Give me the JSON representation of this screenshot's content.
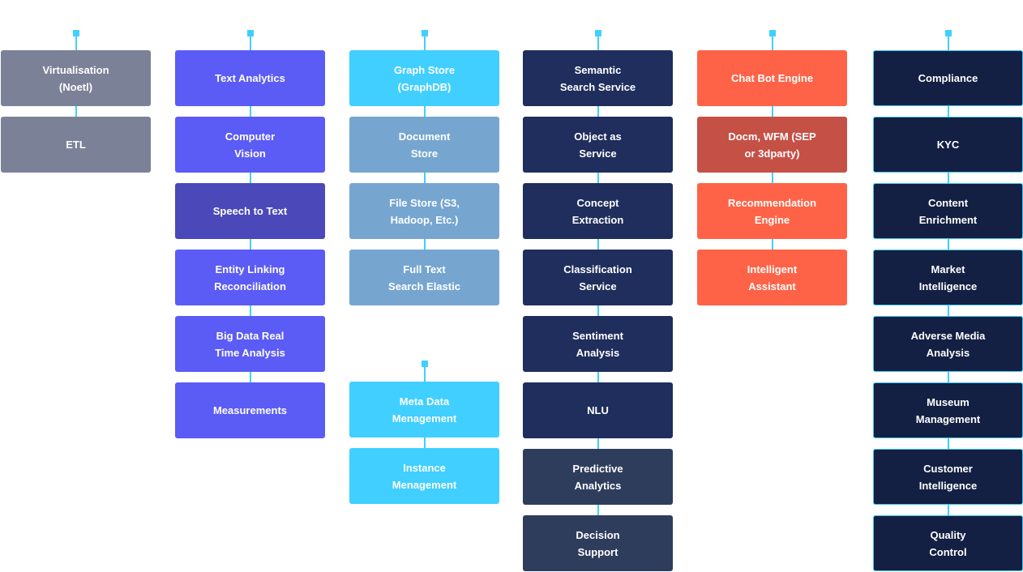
{
  "columns": [
    {
      "id": "col-1",
      "groups": [
        {
          "boxes": [
            {
              "label": "Virtualisation\n(Noetl)",
              "color": "#7b8197"
            },
            {
              "label": "ETL",
              "color": "#7b8197"
            }
          ]
        }
      ]
    },
    {
      "id": "col-2",
      "groups": [
        {
          "boxes": [
            {
              "label": "Text Analytics",
              "color": "#5b5bf5"
            },
            {
              "label": "Computer\nVision",
              "color": "#5b5bf5"
            },
            {
              "label": "Speech to Text",
              "color": "#4b48b9"
            },
            {
              "label": "Entity Linking\nReconciliation",
              "color": "#5b5bf5"
            },
            {
              "label": "Big Data Real\nTime Analysis",
              "color": "#5b5bf5"
            },
            {
              "label": "Measurements",
              "color": "#5b5bf5"
            }
          ]
        }
      ]
    },
    {
      "id": "col-3",
      "groups": [
        {
          "boxes": [
            {
              "label": "Graph Store\n(GraphDB)",
              "color": "#40cfff"
            },
            {
              "label": "Document\nStore",
              "color": "#76a6d0"
            },
            {
              "label": "File Store (S3,\nHadoop, Etc.)",
              "color": "#76a6d0"
            },
            {
              "label": "Full Text\nSearch Elastic",
              "color": "#76a6d0"
            }
          ]
        },
        {
          "boxes": [
            {
              "label": "Meta Data\nMenagement",
              "color": "#40cfff"
            },
            {
              "label": "Instance\nMenagement",
              "color": "#40cfff"
            }
          ]
        }
      ]
    },
    {
      "id": "col-4",
      "groups": [
        {
          "boxes": [
            {
              "label": "Semantic\nSearch Service",
              "color": "#1f2e5c"
            },
            {
              "label": "Object as\nService",
              "color": "#1f2e5c"
            },
            {
              "label": "Concept\nExtraction",
              "color": "#1f2e5c"
            },
            {
              "label": "Classification\nService",
              "color": "#1f2e5c"
            },
            {
              "label": "Sentiment\nAnalysis",
              "color": "#1f2e5c"
            },
            {
              "label": "NLU",
              "color": "#1f2e5c"
            },
            {
              "label": "Predictive\nAnalytics",
              "color": "#2f3d5d"
            },
            {
              "label": "Decision\nSupport",
              "color": "#2f3d5d"
            }
          ]
        }
      ]
    },
    {
      "id": "col-5",
      "groups": [
        {
          "boxes": [
            {
              "label": "Chat Bot Engine",
              "color": "#ff6347"
            },
            {
              "label": "Docm, WFM (SEP\nor 3dparty)",
              "color": "#c55046"
            },
            {
              "label": "Recommendation\nEngine",
              "color": "#ff6347"
            },
            {
              "label": "Intelligent\nAssistant",
              "color": "#ff6347"
            }
          ]
        }
      ]
    },
    {
      "id": "col-6",
      "outlined": true,
      "groups": [
        {
          "boxes": [
            {
              "label": "Compliance",
              "color": "#132043"
            },
            {
              "label": "KYC",
              "color": "#132043"
            },
            {
              "label": "Content\nEnrichment",
              "color": "#132043"
            },
            {
              "label": "Market\nIntelligence",
              "color": "#132043"
            },
            {
              "label": "Adverse Media\nAnalysis",
              "color": "#132043"
            },
            {
              "label": "Museum\nManagement",
              "color": "#132043"
            },
            {
              "label": "Customer\nIntelligence",
              "color": "#132043"
            },
            {
              "label": "Quality\nControl",
              "color": "#132043"
            }
          ]
        }
      ]
    }
  ]
}
